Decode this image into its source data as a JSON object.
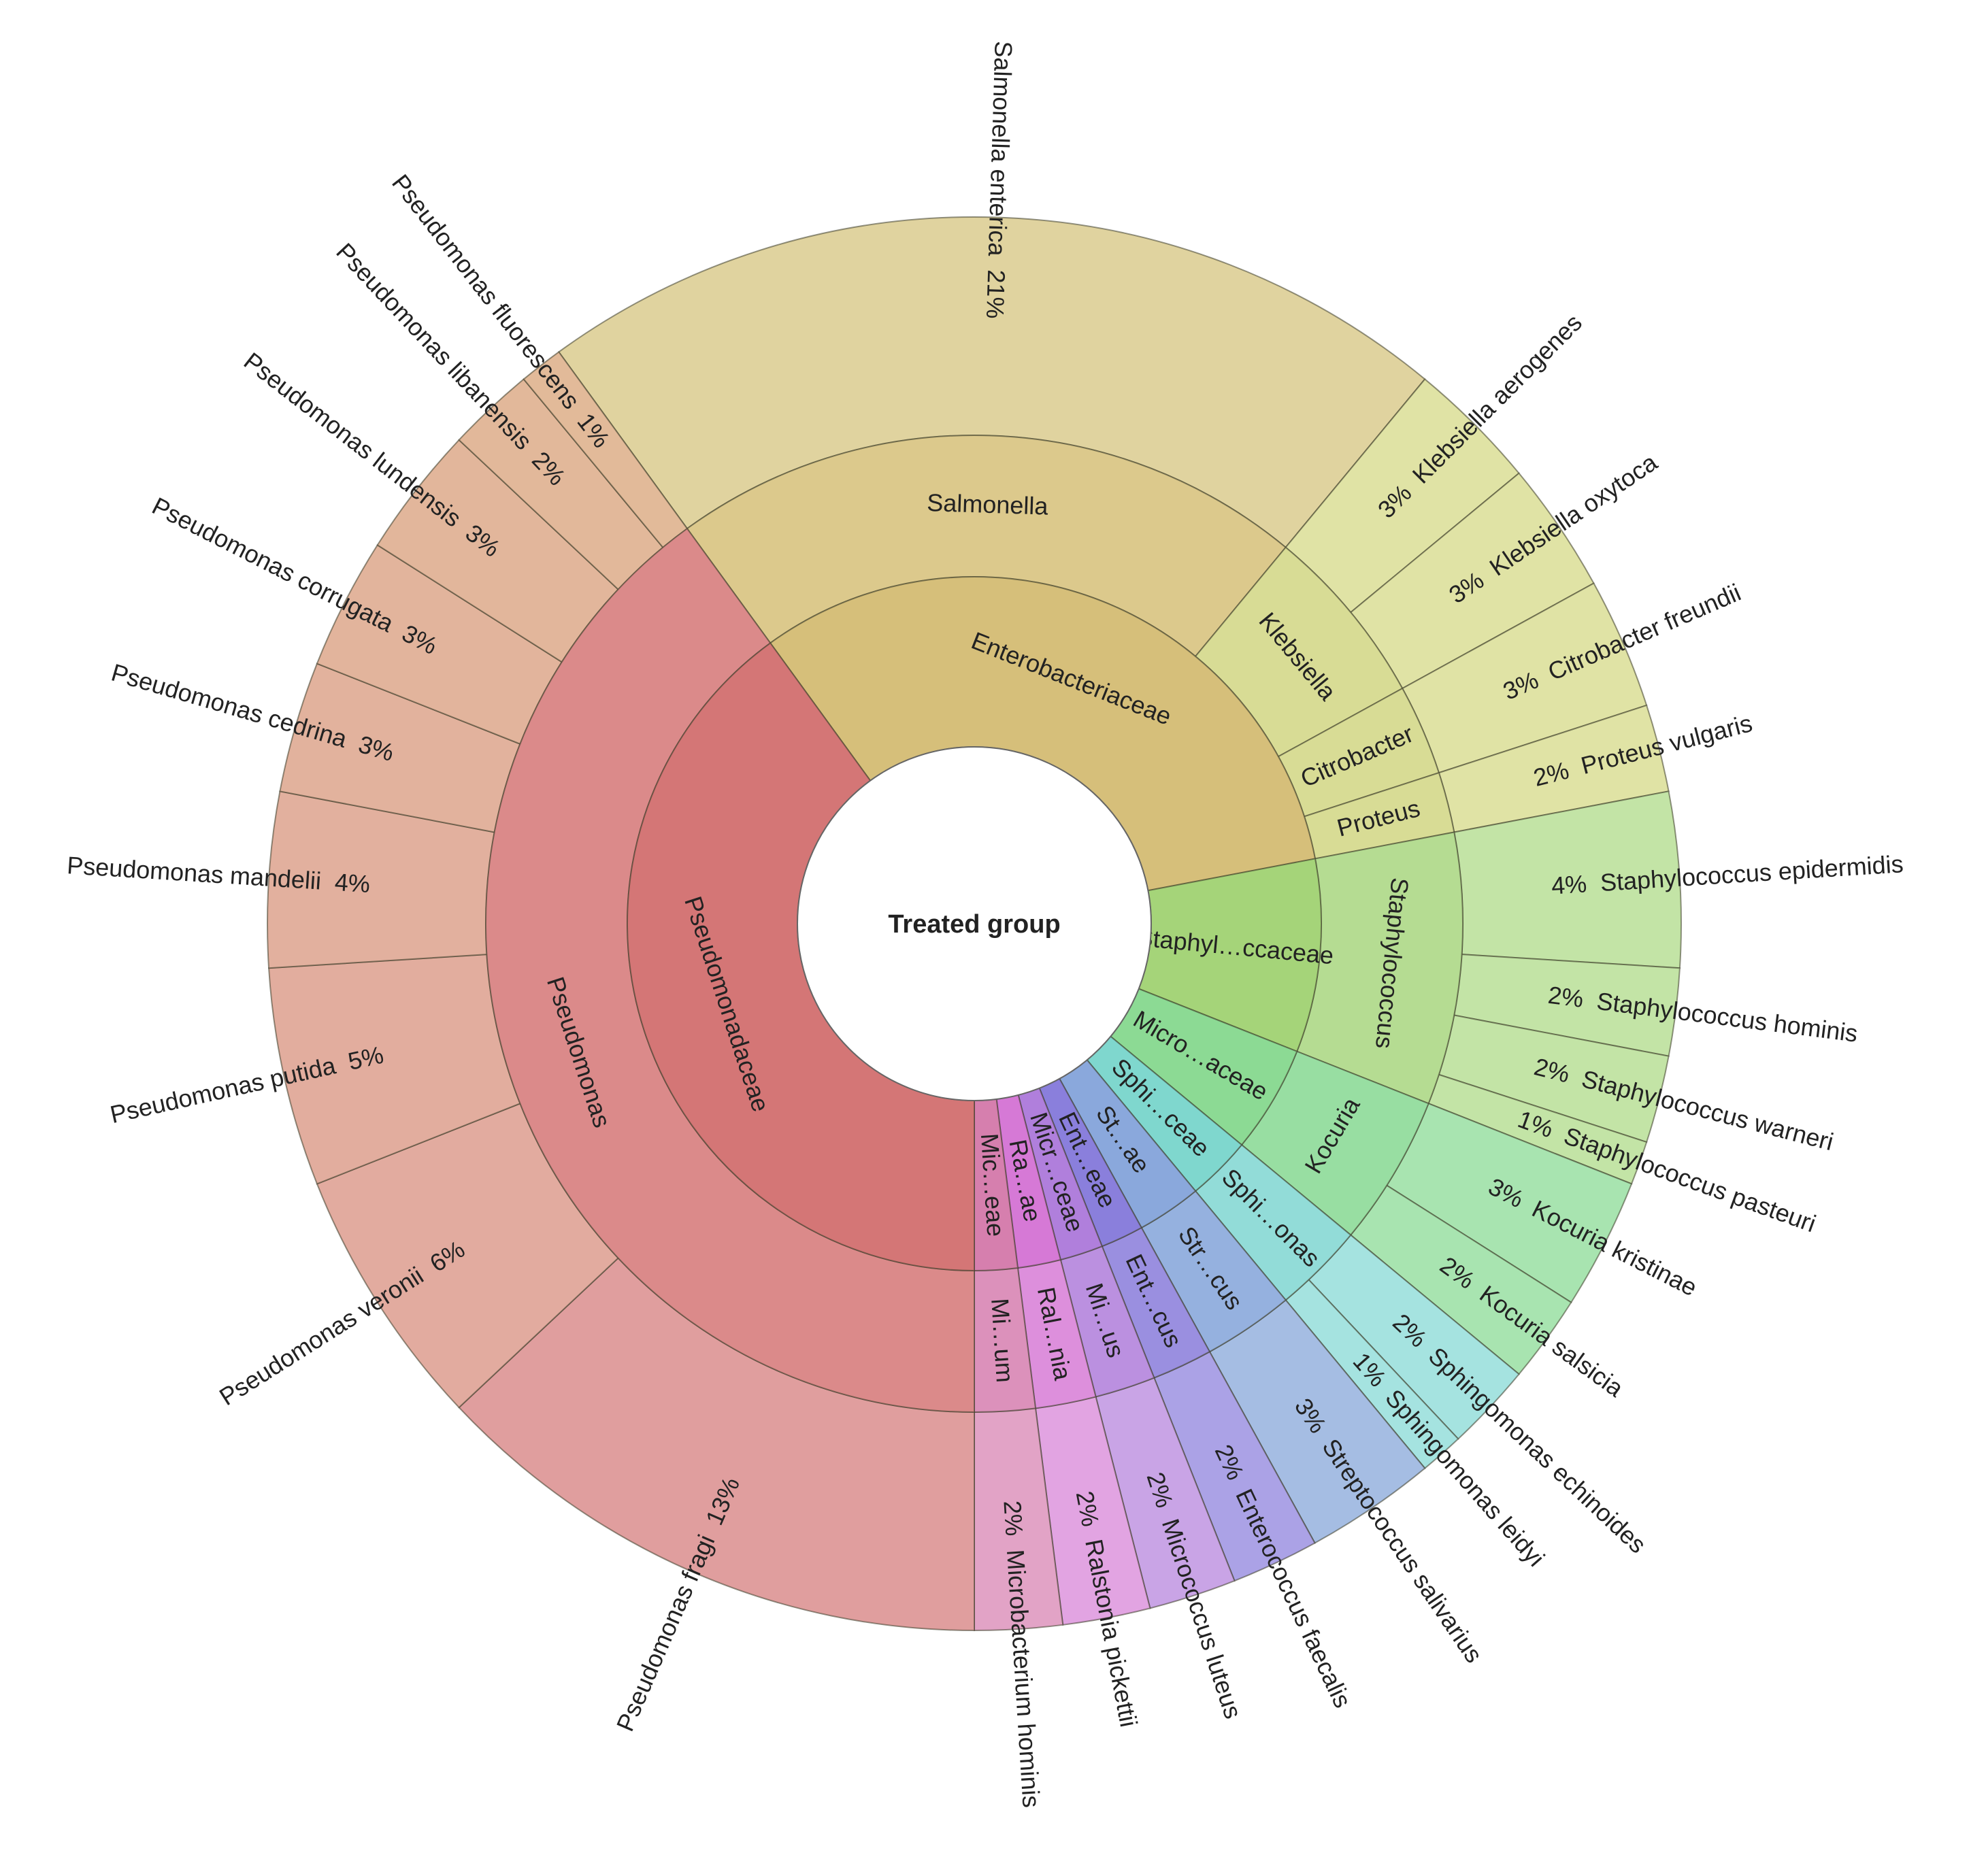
{
  "chart_data": {
    "type": "sunburst",
    "title": "Treated group",
    "levels": [
      "family",
      "genus",
      "species"
    ],
    "families": [
      {
        "label": "Enterobacteriaceae",
        "color": "#d6bf7a",
        "genera": [
          {
            "label": "Salmonella",
            "color": "#dcc98c",
            "species": [
              {
                "name": "Salmonella enterica",
                "pct": 21,
                "color": "#e0d39f"
              }
            ]
          },
          {
            "label": "Klebsiella",
            "color": "#d8dc95",
            "species": [
              {
                "name": "Klebsiella aerogenes",
                "pct": 3,
                "color": "#e0e3a5"
              },
              {
                "name": "Klebsiella oxytoca",
                "pct": 3,
                "color": "#e0e3a5"
              }
            ]
          },
          {
            "label": "Citrobacter",
            "color": "#d8dc95",
            "species": [
              {
                "name": "Citrobacter freundii",
                "pct": 3,
                "color": "#e0e3a5"
              }
            ]
          },
          {
            "label": "Proteus",
            "color": "#d8dc95",
            "species": [
              {
                "name": "Proteus vulgaris",
                "pct": 2,
                "color": "#e0e3a5"
              }
            ]
          }
        ]
      },
      {
        "label": "Staphyl…ccaceae",
        "color": "#a5d479",
        "genera": [
          {
            "label": "Staphylococcus",
            "color": "#b5dc92",
            "species": [
              {
                "name": "Staphylococcus epidermidis",
                "pct": 4,
                "color": "#c3e4a6"
              },
              {
                "name": "Staphylococcus hominis",
                "pct": 2,
                "color": "#c3e4a6"
              },
              {
                "name": "Staphylococcus warneri",
                "pct": 2,
                "color": "#c3e4a6"
              },
              {
                "name": "Staphylococcus pasteuri",
                "pct": 1,
                "color": "#c3e4a6"
              }
            ]
          }
        ]
      },
      {
        "label": "Micro…aceae",
        "color": "#8cda94",
        "genera": [
          {
            "label": "Kocuria",
            "color": "#98dea2",
            "species": [
              {
                "name": "Kocuria kristinae",
                "pct": 3,
                "color": "#a8e4b0"
              },
              {
                "name": "Kocuria salsicia",
                "pct": 2,
                "color": "#a8e4b0"
              }
            ]
          }
        ]
      },
      {
        "label": "Sphi…ceae",
        "color": "#7fd7ce",
        "genera": [
          {
            "label": "Sphi…onas",
            "color": "#92dcd8",
            "species": [
              {
                "name": "Sphingomonas echinoides",
                "pct": 2,
                "color": "#a5e3e0"
              },
              {
                "name": "Sphingomonas leidyi",
                "pct": 1,
                "color": "#a5e3e0"
              }
            ]
          }
        ]
      },
      {
        "label": "St…ae",
        "color": "#8aa8dc",
        "genera": [
          {
            "label": "Str…cus",
            "color": "#95b1df",
            "species": [
              {
                "name": "Streptococcus salivarius",
                "pct": 3,
                "color": "#a5bde3"
              }
            ]
          }
        ]
      },
      {
        "label": "Ent…eae",
        "color": "#8a7fdc",
        "genera": [
          {
            "label": "Ent…cus",
            "color": "#9a8fe0",
            "species": [
              {
                "name": "Enterococcus faecalis",
                "pct": 2,
                "color": "#aba2e6"
              }
            ]
          }
        ]
      },
      {
        "label": "Micr…ceae",
        "color": "#b07fdc",
        "genera": [
          {
            "label": "Mi…us",
            "color": "#bb90e0",
            "species": [
              {
                "name": "Micrococcus luteus",
                "pct": 2,
                "color": "#c9a4e6"
              }
            ]
          }
        ]
      },
      {
        "label": "Ra…ae",
        "color": "#d679d6",
        "genera": [
          {
            "label": "Ral…nia",
            "color": "#dd8fdc",
            "species": [
              {
                "name": "Ralstonia pickettii",
                "pct": 2,
                "color": "#e2a4e2"
              }
            ]
          }
        ]
      },
      {
        "label": "Mic…eae",
        "color": "#d67fae",
        "genera": [
          {
            "label": "Mi…um",
            "color": "#dc91bb",
            "species": [
              {
                "name": "Microbacterium hominis",
                "pct": 2,
                "color": "#e2a3c6"
              }
            ]
          }
        ]
      },
      {
        "label": "Pseudomonadaceae",
        "color": "#d47676",
        "genera": [
          {
            "label": "Pseudomonas",
            "color": "#db8a8a",
            "species": [
              {
                "name": "Pseudomonas fragi",
                "pct": 13,
                "color": "#e09e9e"
              },
              {
                "name": "Pseudomonas veronii",
                "pct": 6,
                "color": "#e2ab9f"
              },
              {
                "name": "Pseudomonas putida",
                "pct": 5,
                "color": "#e2ad9e"
              },
              {
                "name": "Pseudomonas mandelii",
                "pct": 4,
                "color": "#e2b09e"
              },
              {
                "name": "Pseudomonas cedrina",
                "pct": 3,
                "color": "#e2b29d"
              },
              {
                "name": "Pseudomonas corrugata",
                "pct": 3,
                "color": "#e2b49c"
              },
              {
                "name": "Pseudomonas lundensis",
                "pct": 3,
                "color": "#e2b69b"
              },
              {
                "name": "Pseudomonas libanensis",
                "pct": 2,
                "color": "#e2b89a"
              },
              {
                "name": "Pseudomonas fluorescens",
                "pct": 1,
                "color": "#e2ba99"
              }
            ]
          }
        ]
      }
    ]
  }
}
